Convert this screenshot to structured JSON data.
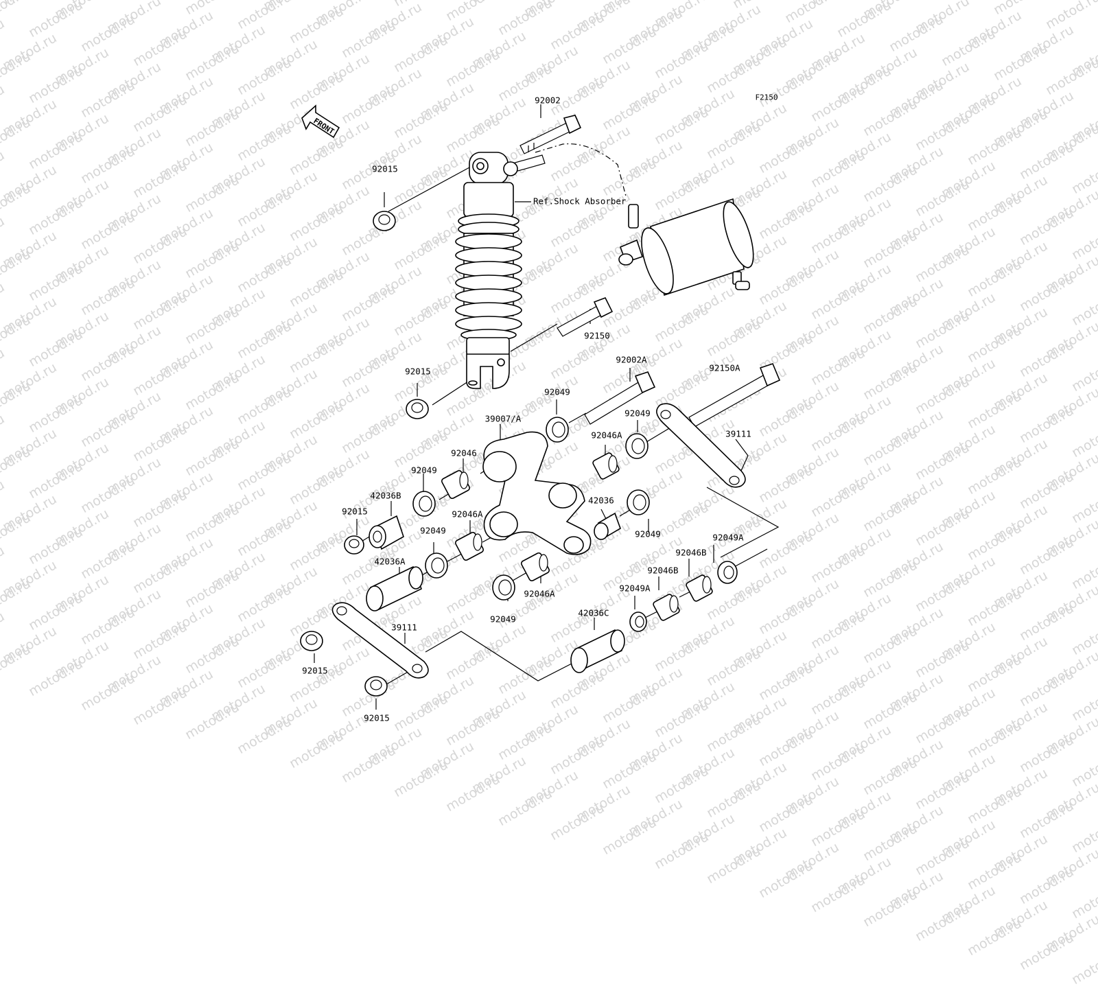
{
  "watermark": "motod.ru",
  "figure_code": "F2150",
  "front_arrow_label": "FRONT",
  "ref_label": "Ref.Shock Absorber",
  "labels": {
    "p92002": "92002",
    "p92015_a": "92015",
    "p92150": "92150",
    "p92015_b": "92015",
    "p92002A": "92002A",
    "p92150A": "92150A",
    "p92049_top": "92049",
    "p92049_right": "92049",
    "p39007": "39007/A",
    "p92046A_top": "92046A",
    "p39111_right": "39111",
    "p92046": "92046",
    "p92049_l1": "92049",
    "p42036B": "42036B",
    "p92015_c": "92015",
    "p92046A_mid": "92046A",
    "p42036": "42036",
    "p92049_mid": "92049",
    "p92049_r2": "92049",
    "p92049A_r": "92049A",
    "p42036A": "42036A",
    "p92046B_r": "92046B",
    "p92046B": "92046B",
    "p92046A_low": "92046A",
    "p92049A": "92049A",
    "p92049_low": "92049",
    "p42036C": "42036C",
    "p39111_left": "39111",
    "p92015_d": "92015",
    "p92015_e": "92015"
  }
}
